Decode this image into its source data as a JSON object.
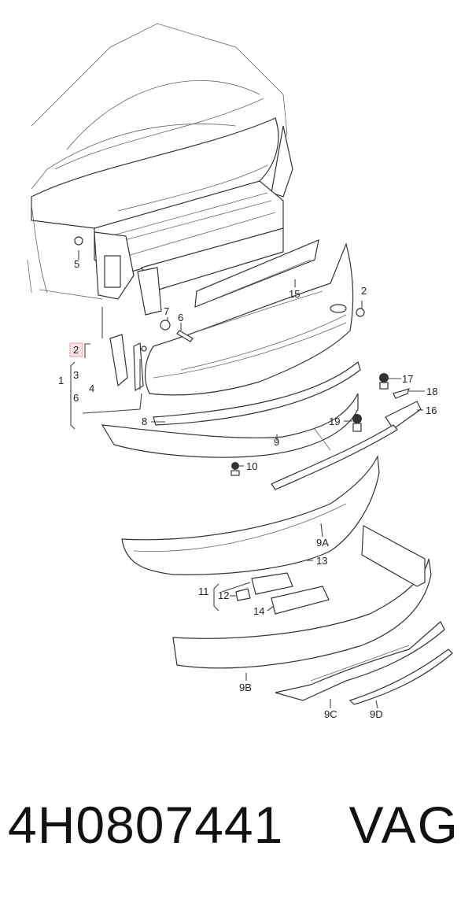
{
  "diagram": {
    "callouts": {
      "c1": "1",
      "c2_hl": "2",
      "c2": "2",
      "c3": "3",
      "c4": "4",
      "c5": "5",
      "c6a": "6",
      "c6b": "6",
      "c7": "7",
      "c8": "8",
      "c9": "9",
      "c9a": "9A",
      "c9b": "9B",
      "c9c": "9C",
      "c9d": "9D",
      "c10": "10",
      "c11": "11",
      "c12": "12",
      "c13": "13",
      "c14": "14",
      "c15": "15",
      "c16": "16",
      "c17": "17",
      "c18": "18",
      "c19": "19"
    },
    "highlight_color": "#e8a0a8"
  },
  "footer": {
    "part_number": "4H0807441",
    "brand": "VAG"
  }
}
